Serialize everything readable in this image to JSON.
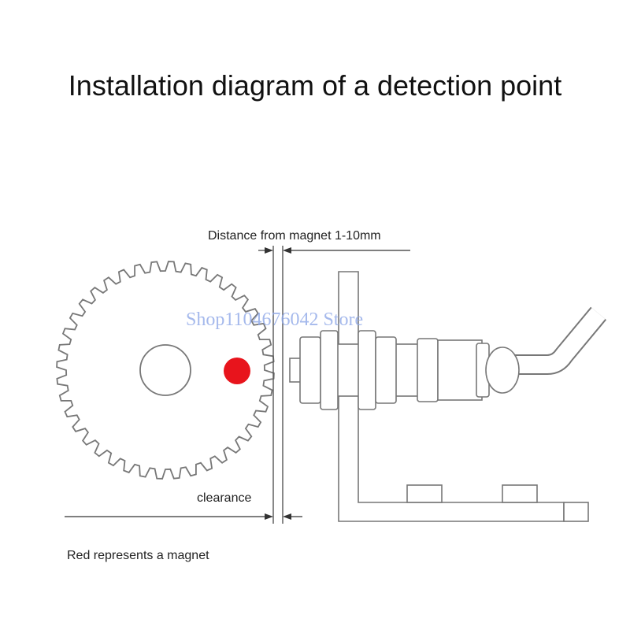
{
  "title": "Installation diagram of a detection point",
  "labels": {
    "distance": "Distance from magnet 1-10mm",
    "clearance": "clearance",
    "note": "Red represents a magnet"
  },
  "watermark": "Shop1104676042 Store",
  "colors": {
    "magnet": "#e8141c",
    "outline": "#777777",
    "sensor_fill": "#e4e4e4"
  },
  "gear": {
    "teeth": 40
  }
}
